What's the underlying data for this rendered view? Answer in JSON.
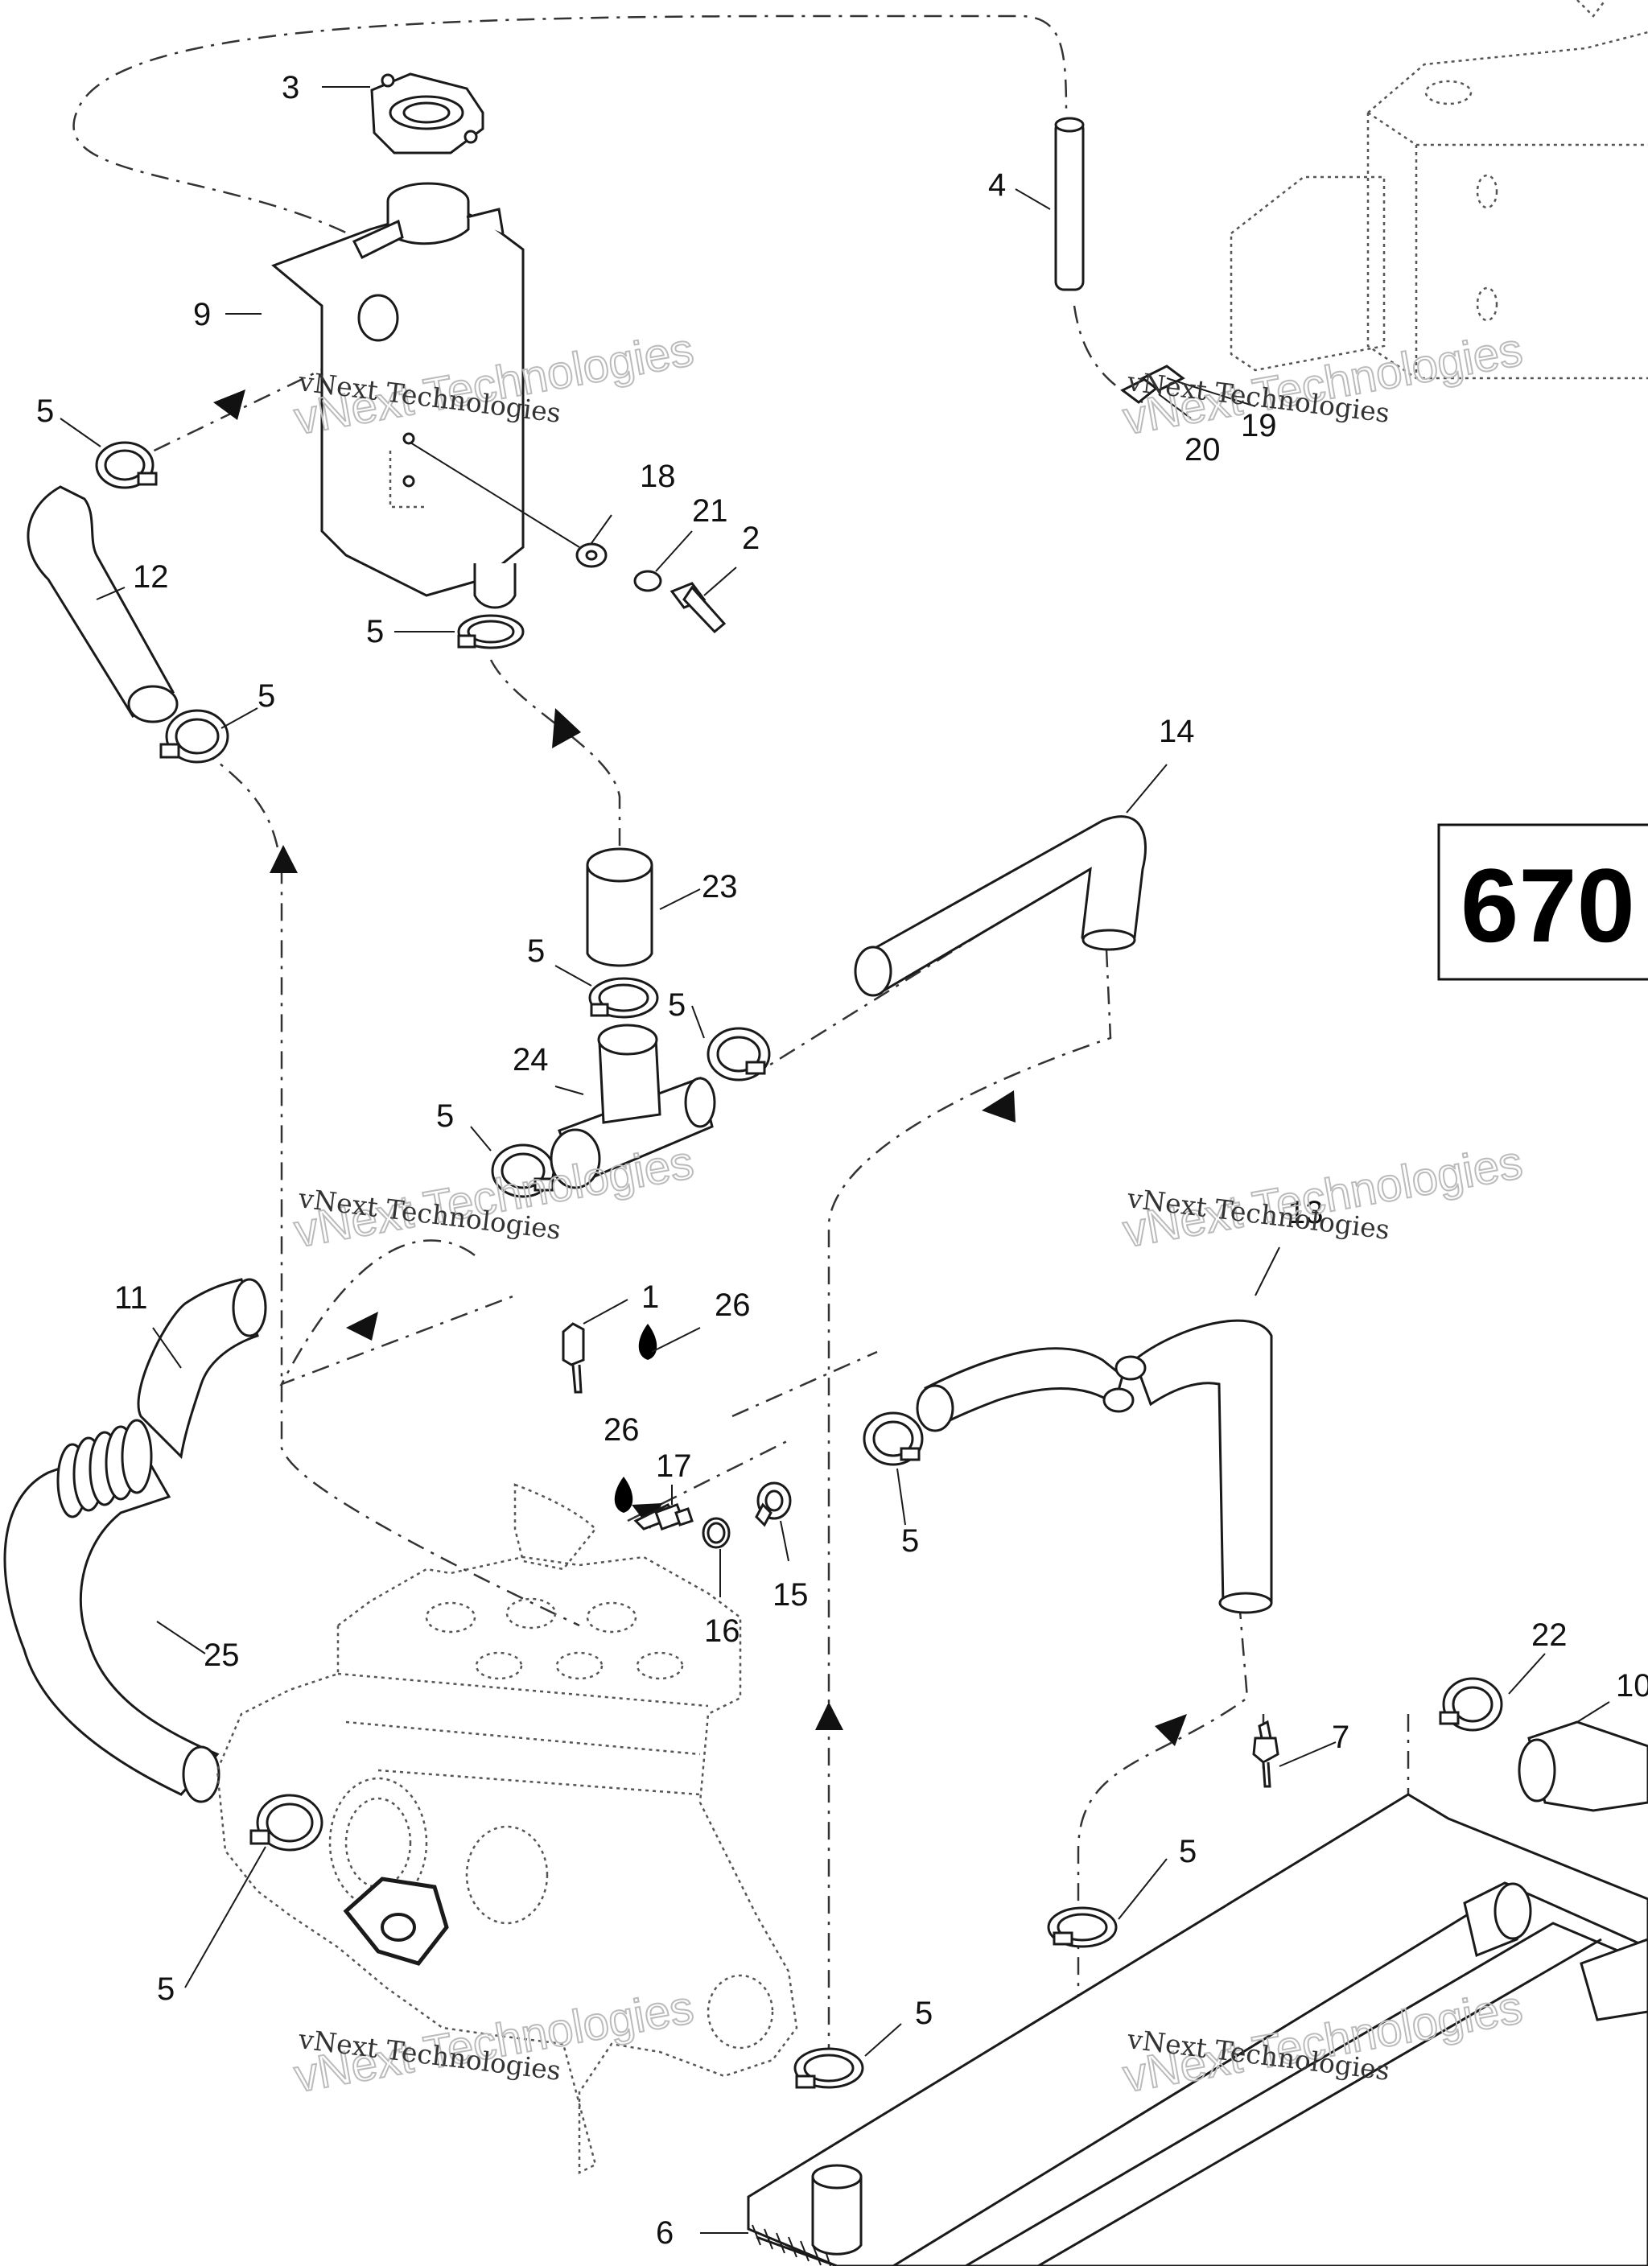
{
  "model": "670",
  "watermark": "vNext Technologies",
  "callouts": [
    {
      "id": "c3",
      "text": "3"
    },
    {
      "id": "c4",
      "text": "4"
    },
    {
      "id": "c9",
      "text": "9"
    },
    {
      "id": "c5a",
      "text": "5"
    },
    {
      "id": "c12",
      "text": "12"
    },
    {
      "id": "c18",
      "text": "18"
    },
    {
      "id": "c21",
      "text": "21"
    },
    {
      "id": "c2",
      "text": "2"
    },
    {
      "id": "c5b",
      "text": "5"
    },
    {
      "id": "c5c",
      "text": "5"
    },
    {
      "id": "c20",
      "text": "20"
    },
    {
      "id": "c19",
      "text": "19"
    },
    {
      "id": "c14",
      "text": "14"
    },
    {
      "id": "c23",
      "text": "23"
    },
    {
      "id": "c5d",
      "text": "5"
    },
    {
      "id": "c5e",
      "text": "5"
    },
    {
      "id": "c24",
      "text": "24"
    },
    {
      "id": "c5f",
      "text": "5"
    },
    {
      "id": "c11",
      "text": "11"
    },
    {
      "id": "c1",
      "text": "1"
    },
    {
      "id": "c26a",
      "text": "26"
    },
    {
      "id": "c13",
      "text": "13"
    },
    {
      "id": "c26b",
      "text": "26"
    },
    {
      "id": "c17",
      "text": "17"
    },
    {
      "id": "c25",
      "text": "25"
    },
    {
      "id": "c16",
      "text": "16"
    },
    {
      "id": "c15",
      "text": "15"
    },
    {
      "id": "c5g",
      "text": "5"
    },
    {
      "id": "c22",
      "text": "22"
    },
    {
      "id": "c10",
      "text": "10"
    },
    {
      "id": "c7",
      "text": "7"
    },
    {
      "id": "c5h",
      "text": "5"
    },
    {
      "id": "c5i",
      "text": "5"
    },
    {
      "id": "c5j",
      "text": "5"
    },
    {
      "id": "c6",
      "text": "6"
    }
  ]
}
